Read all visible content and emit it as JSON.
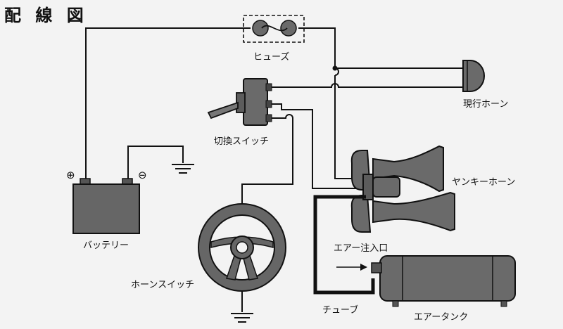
{
  "title": "配 線 図",
  "labels": {
    "fuse": "ヒューズ",
    "current_horn": "現行ホーン",
    "selector_switch": "切換スイッチ",
    "yankee_horn": "ヤンキーホーン",
    "battery": "バッテリー",
    "air_inlet": "エアー注入口",
    "horn_switch": "ホーンスイッチ",
    "tube": "チューブ",
    "air_tank": "エアータンク"
  },
  "battery_terminals": {
    "positive": "⊕",
    "negative": "⊖"
  },
  "colors": {
    "line": "#111111",
    "component_fill": "#555555",
    "background": "#f3f3f3"
  }
}
